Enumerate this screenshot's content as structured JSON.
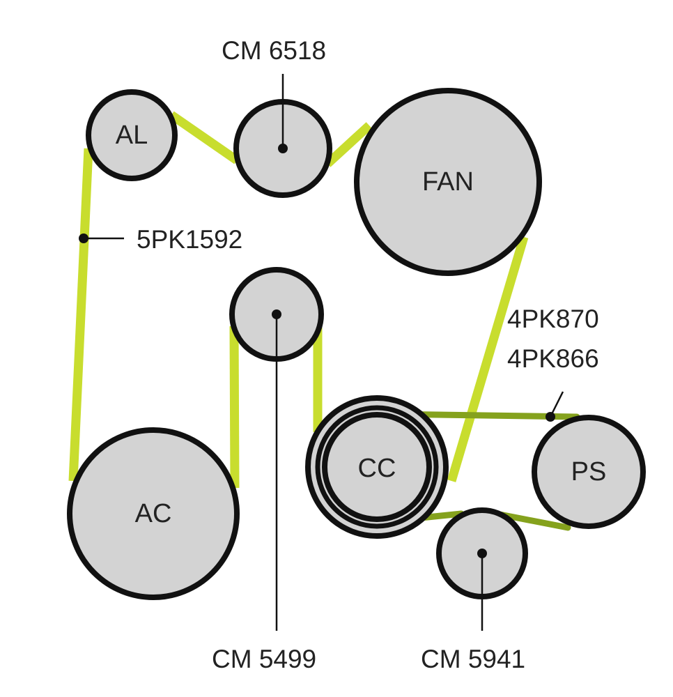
{
  "pulleys": {
    "al": "AL",
    "fan": "FAN",
    "ac": "AC",
    "cc": "CC",
    "ps": "PS"
  },
  "callouts": {
    "cm_6518": "CM 6518",
    "belt_5pk1592": "5PK1592",
    "belt_4pk870": "4PK870",
    "belt_4pk866": "4PK866",
    "cm_5499": "CM 5499",
    "cm_5941": "CM 5941"
  },
  "colors": {
    "outer_belt": "#c8dd2e",
    "inner_belt": "#85a21d",
    "pulley_fill": "#d3d3d3",
    "outline": "#111111"
  }
}
